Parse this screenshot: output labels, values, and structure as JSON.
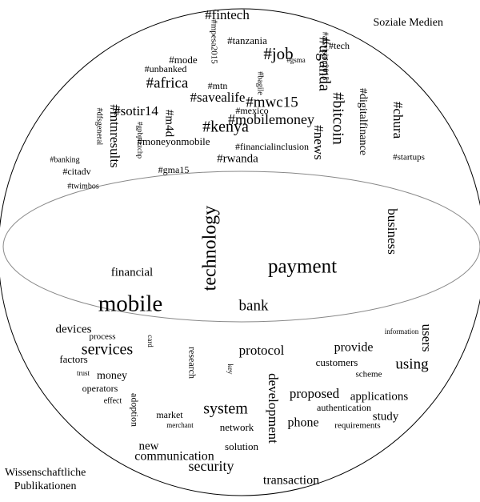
{
  "labels": {
    "social_media": "Soziale Medien",
    "publications_line1": "Wissenschaftliche",
    "publications_line2": "Publikationen"
  },
  "colors": {
    "ink": "#000000",
    "divider": "#888888",
    "background": "#ffffff"
  },
  "social_media_terms": [
    "#fintech",
    "#mpesa2015",
    "#tanzania",
    "#tech",
    "#job",
    "#mode",
    "#gsma",
    "#aisvision2015",
    "#unbanked",
    "#uganda",
    "#africa",
    "#mtn",
    "#bagile",
    "#savealife",
    "#mwc15",
    "#sotir14",
    "#mexico",
    "#m4d",
    "#mobilemoney",
    "#bitcoin",
    "#digitalfinance",
    "#chura",
    "#dfsgeneral",
    "#mtnresults",
    "#kenya",
    "#gpbpizzchp",
    "#moneyonmobile",
    "#financialinclusion",
    "#news",
    "#banking",
    "#startups",
    "#citadv",
    "#rwanda",
    "#gma15",
    "#twimbos"
  ],
  "shared_terms": [
    "technology",
    "business",
    "payment",
    "financial",
    "mobile",
    "bank"
  ],
  "publication_terms": [
    "devices",
    "process",
    "card",
    "information",
    "users",
    "services",
    "research",
    "protocol",
    "provide",
    "factors",
    "customers",
    "using",
    "key",
    "trust",
    "money",
    "operators",
    "scheme",
    "development",
    "effect",
    "proposed",
    "applications",
    "authentication",
    "system",
    "adoption",
    "market",
    "study",
    "merchant",
    "phone",
    "requirements",
    "network",
    "new",
    "solution",
    "communication",
    "security",
    "transaction"
  ]
}
